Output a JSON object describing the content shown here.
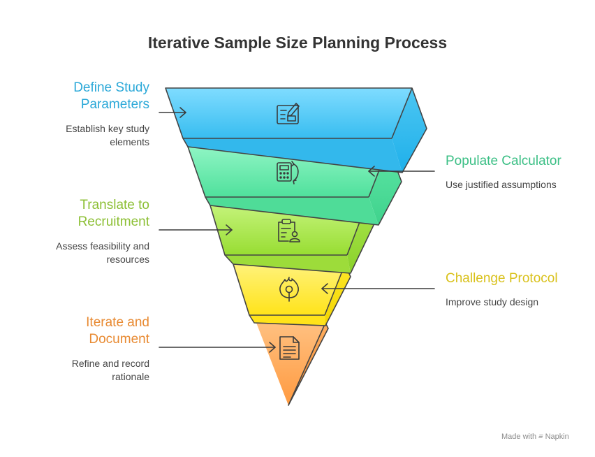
{
  "title": "Iterative Sample Size Planning Process",
  "colors": {
    "stage1": "#5bc8f5",
    "stage1_text": "#2aa8d8",
    "stage2": "#5ee6a6",
    "stage2_text": "#3bbf85",
    "stage3": "#a8e54a",
    "stage3_text": "#8cbf34",
    "stage4": "#ffe82a",
    "stage4_text": "#d9c11b",
    "stage5": "#ffa55a",
    "stage5_text": "#e88a32"
  },
  "stages": [
    {
      "label": "Define Study Parameters",
      "label_lines": [
        "Define Study",
        "Parameters"
      ],
      "description": "Establish key study elements",
      "desc_lines": [
        "Establish key study",
        "elements"
      ],
      "icon": "form-pencil-icon"
    },
    {
      "label": "Populate Calculator",
      "description": "Use justified assumptions",
      "icon": "calculator-refresh-icon"
    },
    {
      "label": "Translate to Recruitment",
      "label_lines": [
        "Translate to",
        "Recruitment"
      ],
      "description": "Assess feasibility and resources",
      "desc_lines": [
        "Assess feasibility and",
        "resources"
      ],
      "icon": "clipboard-person-icon"
    },
    {
      "label": "Challenge Protocol",
      "description": "Improve study design",
      "icon": "lightbulb-flame-icon"
    },
    {
      "label": "Iterate and Document",
      "label_lines": [
        "Iterate and",
        "Document"
      ],
      "description": "Refine and record rationale",
      "desc_lines": [
        "Refine and record",
        "rationale"
      ],
      "icon": "document-icon"
    }
  ],
  "watermark": {
    "prefix": "Made with",
    "brand": "Napkin"
  }
}
